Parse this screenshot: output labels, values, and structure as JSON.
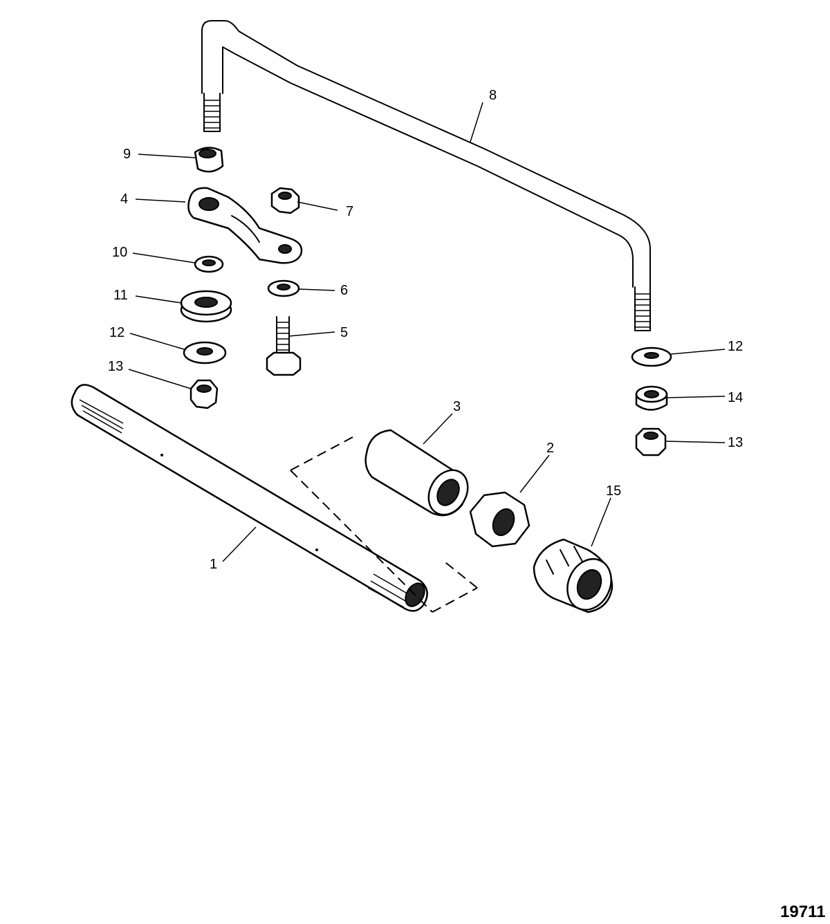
{
  "figure_id": "19711",
  "callouts": [
    "1",
    "2",
    "3",
    "4",
    "5",
    "6",
    "7",
    "8",
    "9",
    "10",
    "11",
    "12",
    "13",
    "14",
    "15"
  ],
  "callout_dup": {
    "12": "12",
    "13": "13"
  }
}
